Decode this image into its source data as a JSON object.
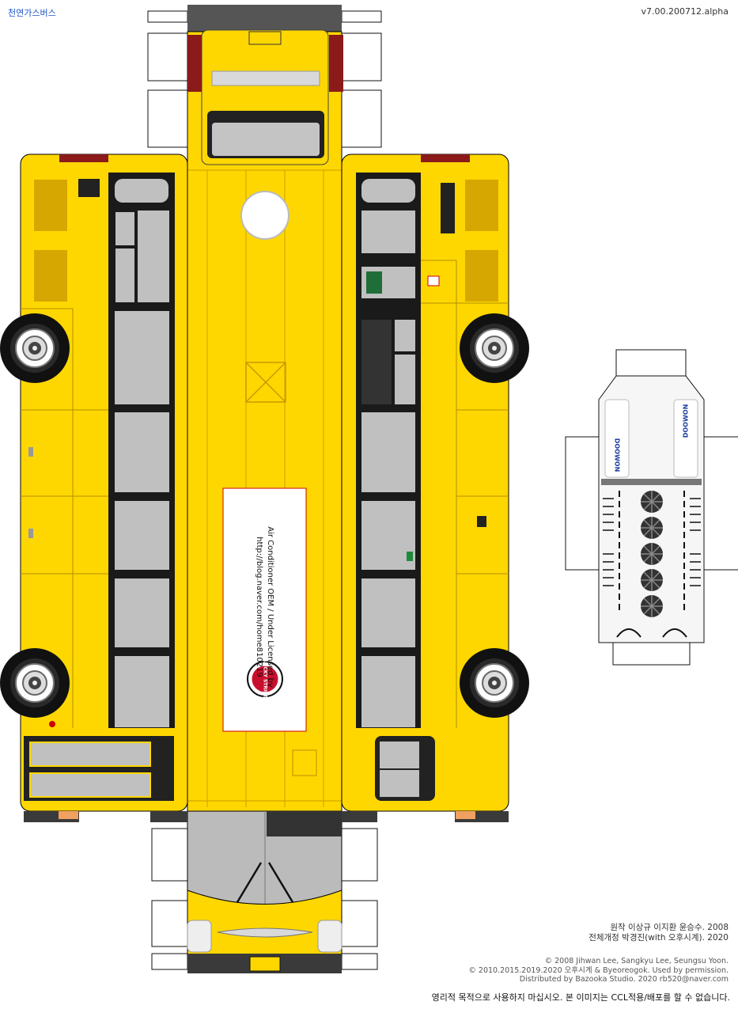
{
  "header": {
    "title_left": "천연가스버스",
    "version": "v7.00.200712.alpha"
  },
  "panel": {
    "line1": "Air Conditioner OEM / Under Licensed by",
    "line2": "http://blog.naver.com/home810219"
  },
  "ac_unit": {
    "brand_left": "DOOWON",
    "brand_right": "DOOWON"
  },
  "logo": {
    "text": "LUCKY STRIKE"
  },
  "credits": {
    "original": "원작 이상규 이지환 윤승수. 2008",
    "revised": "전체개정 박경진(with 오후시계). 2020"
  },
  "copyright": {
    "line1": "© 2008 Jihwan Lee, Sangkyu Lee, Seungsu Yoon.",
    "line2": "© 2010.2015.2019.2020 오후시계 & Byeoreogok. Used by permission.",
    "line3": "Distributed by Bazooka Studio. 2020   rb520@naver.com"
  },
  "notice": "영리적 목적으로 사용하지 마십시오.   본 이미지는 CCL적용/배포를 할 수 없습니다.",
  "colors": {
    "body": "#FFD700",
    "glass": "#C0C0C0",
    "frame": "#1A1A1A"
  }
}
